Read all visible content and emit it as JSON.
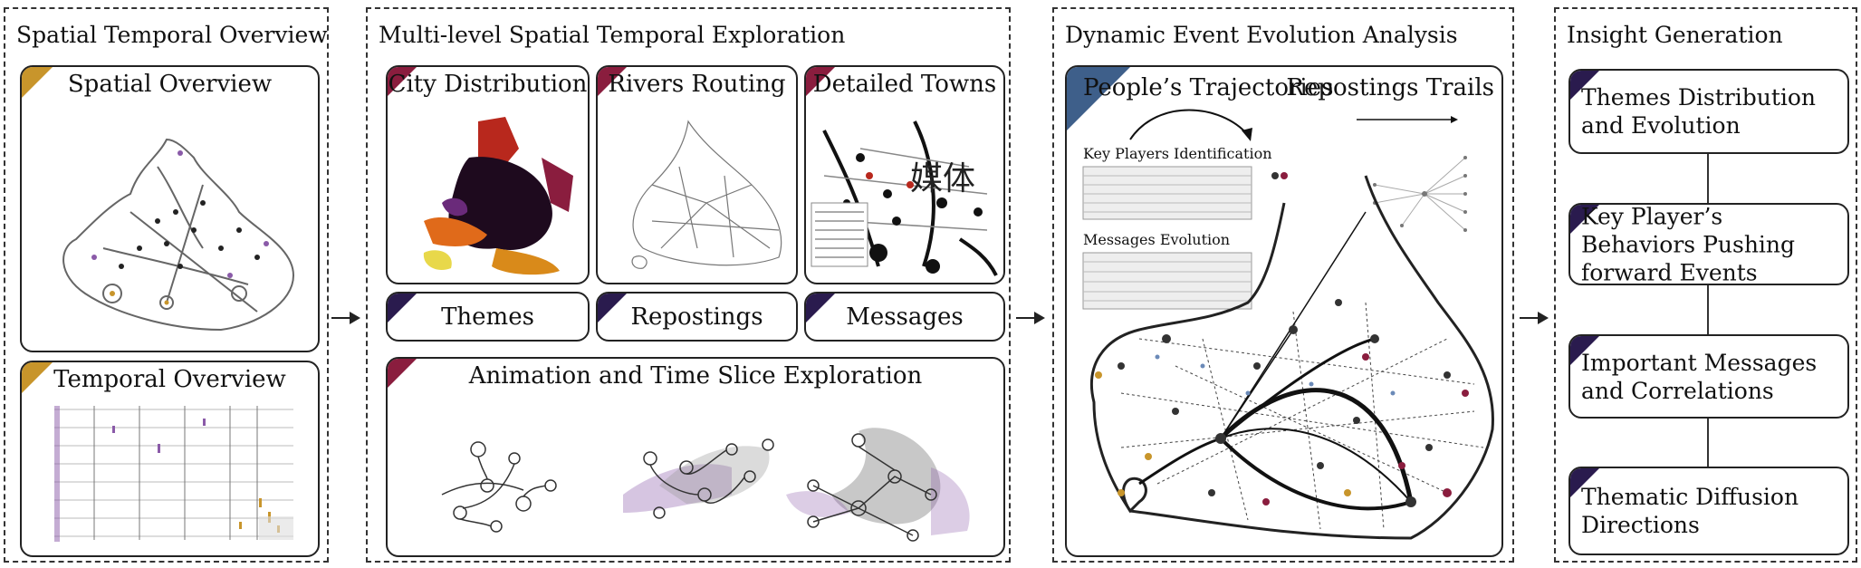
{
  "sections": {
    "spatial_temporal": {
      "title": "Spatial Temporal Overview",
      "cards": {
        "spatial": "Spatial Overview",
        "temporal": "Temporal Overview"
      }
    },
    "multilevel": {
      "title": "Multi-level Spatial Temporal Exploration",
      "cards": {
        "city": "City Distribution",
        "rivers": "Rivers Routing",
        "towns": "Detailed Towns",
        "themes": "Themes",
        "repostings": "Repostings",
        "messages": "Messages",
        "animation": "Animation and Time Slice Exploration"
      }
    },
    "dynamic": {
      "title": "Dynamic Event Evolution Analysis",
      "trajectories": "People’s Trajectories",
      "trails": "Repostings Trails",
      "key_players": "Key Players Identification",
      "messages_evolution": "Messages Evolution"
    },
    "insight": {
      "title": "Insight Generation",
      "items": [
        "Themes Distribution and Evolution",
        "Key Player’s Behaviors Pushing forward Events",
        "Important Messages and Correlations",
        "Thematic Diffusion Directions"
      ]
    }
  },
  "colors": {
    "gold": "#c8952b",
    "maroon": "#8a1d3e",
    "navy": "#2a1b4e",
    "blue": "#3e5f8a"
  },
  "towns_glyph": "媒体"
}
